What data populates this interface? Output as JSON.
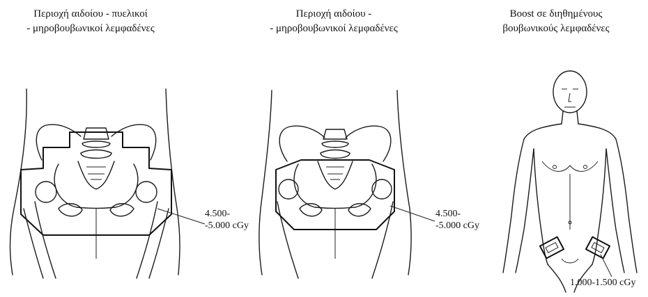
{
  "panels": [
    {
      "title_line1": "Περιοχή αιδοίου - πυελικοί",
      "title_line2": "- μηροβουβωνικοί λεμφαδένες",
      "dose_line1": "4.500-",
      "dose_line2": "-5.000 cGy"
    },
    {
      "title_line1": "Περιοχή αιδοίου -",
      "title_line2": "- μηροβουβωνικοί λεμφαδένες",
      "dose_line1": "4.500-",
      "dose_line2": "-5.000 cGy"
    },
    {
      "title_line1": "Boost σε διηθημένους",
      "title_line2": "βουβωνικούς λεμφαδένες",
      "dose_line1": "1.000-1.500 cGy"
    }
  ]
}
